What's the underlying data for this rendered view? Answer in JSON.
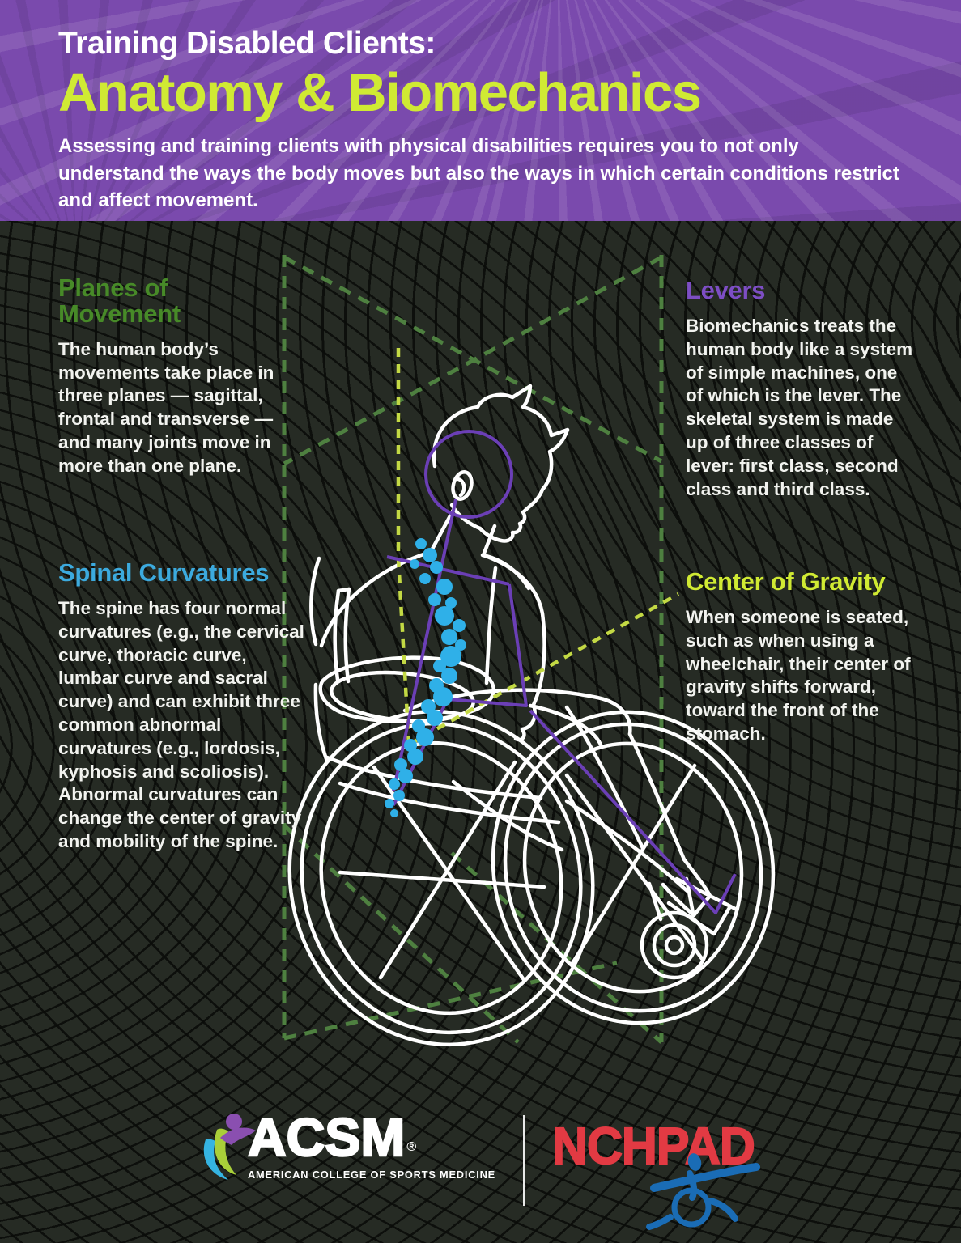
{
  "header": {
    "kicker": "Training Disabled Clients:",
    "title": "Anatomy & Biomechanics",
    "intro": "Assessing and training clients with physical disabilities requires you to not only understand the ways the body moves but also the ways in which certain conditions restrict and affect movement."
  },
  "sections": {
    "planes": {
      "heading": "Planes of Movement",
      "body": "The human body’s movements take place in three planes — sagittal, frontal and transverse — and many joints move in more than one plane."
    },
    "levers": {
      "heading": "Levers",
      "body": "Biomechanics treats the human body like a system of simple machines, one of which is the lever. The skeletal system is made up of three classes of lever: first class, second class and third class."
    },
    "spinal": {
      "heading": "Spinal Curvatures",
      "body": "The spine has four normal curvatures (e.g., the cervical curve, thoracic curve, lumbar curve and sacral curve) and can exhibit three common abnormal curvatures (e.g., lordosis, kyphosis and scoliosis). Abnormal curvatures can change the center of gravity and mobility of the spine."
    },
    "gravity": {
      "heading": "Center of Gravity",
      "body": "When someone is seated, such as when using a wheelchair, their center of gravity shifts forward, toward the front of the stomach."
    }
  },
  "illustration": {
    "subject": "Line-art of a person seated in a wheelchair intersected by dashed movement planes, a highlighted blue spinal column and purple lever lines",
    "icon": "wheelchair-user-line-art"
  },
  "footer": {
    "acsm": {
      "name": "ACSM",
      "trademark": "®",
      "subtitle": "AMERICAN COLLEGE OF SPORTS MEDICINE",
      "icon": "acsm-swoosh-person-icon"
    },
    "nchpad": {
      "name": "NCHPAD",
      "icon": "wheelchair-racer-icon"
    }
  },
  "palette": {
    "header_bg": "#7a4aad",
    "title_accent": "#d0ea33",
    "page_bg": "#262b24",
    "body_text": "#f2f3ef",
    "heading_green": "#478a28",
    "heading_purple": "#7d4ec4",
    "heading_blue": "#3caade",
    "heading_chartreuse": "#d0ea33",
    "dashed_green": "#4e8040",
    "dashed_yellow": "#c3d944",
    "lever_purple": "#6b3fb6",
    "spine_blue": "#2fb0e8",
    "white_line": "#ffffff",
    "nchpad_red": "#e23a43",
    "nchpad_blue": "#1a6cb5",
    "acsm_purple": "#8a4fb0",
    "acsm_green": "#a9cf39",
    "acsm_blue": "#35b4e2"
  }
}
